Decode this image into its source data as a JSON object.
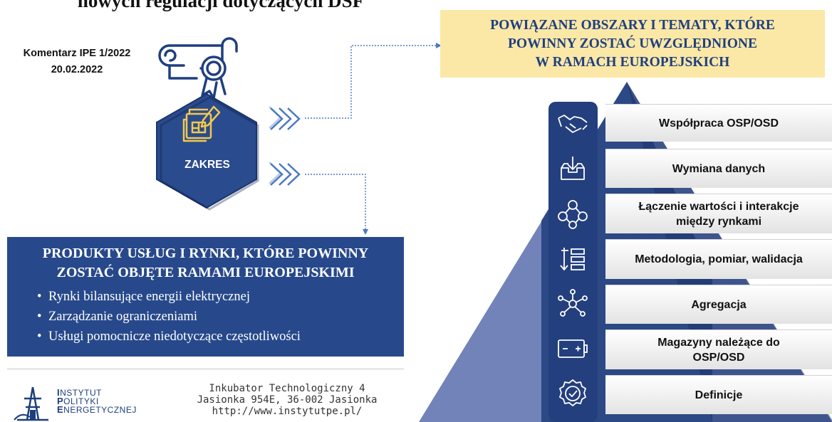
{
  "title": "nowych regulacji dotyczących DSF",
  "comment": {
    "line1": "Komentarz IPE 1/2022",
    "line2": "20.02.2022"
  },
  "hexagon": {
    "label": "ZAKRES",
    "icon": "blueprint-icon"
  },
  "top_icon": "certificate-scroll-icon",
  "right_box": {
    "lines": [
      "POWIĄZANE OBSZARY I TEMATY, KTÓRE",
      "POWINNY ZOSTAĆ UWZGLĘDNIONE",
      "W RAMACH EUROPEJSKICH"
    ],
    "bg": "#fbe8a6",
    "text_color": "#1f3f7f"
  },
  "left_box": {
    "heading_lines": [
      "PRODUKTY USŁUG I RYNKI, KTÓRE POWINNY",
      "ZOSTAĆ OBJĘTE RAMAMI EUROPEJSKIMI"
    ],
    "items": [
      "Rynki bilansujące energii elektrycznej",
      "Zarządzanie ograniczeniami",
      "Usługi pomocnicze niedotyczące częstotliwości"
    ],
    "bg": "#27498b"
  },
  "pyramid_rows": [
    {
      "lines": [
        "Współpraca OSP/OSD"
      ],
      "icon": "handshake-icon"
    },
    {
      "lines": [
        "Wymiana danych"
      ],
      "icon": "inbox-download-icon"
    },
    {
      "lines": [
        "Łączenie wartości i interakcje",
        "między rynkami"
      ],
      "icon": "network-people-icon"
    },
    {
      "lines": [
        "Metodologia, pomiar, walidacja"
      ],
      "icon": "list-arrow-icon"
    },
    {
      "lines": [
        "Agregacja"
      ],
      "icon": "hub-nodes-icon"
    },
    {
      "lines": [
        "Magazyny należące do",
        "OSP/OSD"
      ],
      "icon": "battery-icon"
    },
    {
      "lines": [
        "Definicje"
      ],
      "icon": "check-badge-icon"
    }
  ],
  "logo": {
    "line1": "NSTYTUT",
    "line2": "OLITYKI",
    "line3": "NERGETYCZNEJ",
    "initials": [
      "I",
      "P",
      "E"
    ]
  },
  "address": {
    "line1": "Inkubator Technologiczny 4",
    "line2": "Jasionka 954E, 36-002 Jasionka",
    "line3": "http://www.instytutpe.pl/"
  },
  "colors": {
    "navy": "#1f3f7f",
    "pyramid_light": "#6f82b8",
    "arrow": "#4a78c2"
  }
}
